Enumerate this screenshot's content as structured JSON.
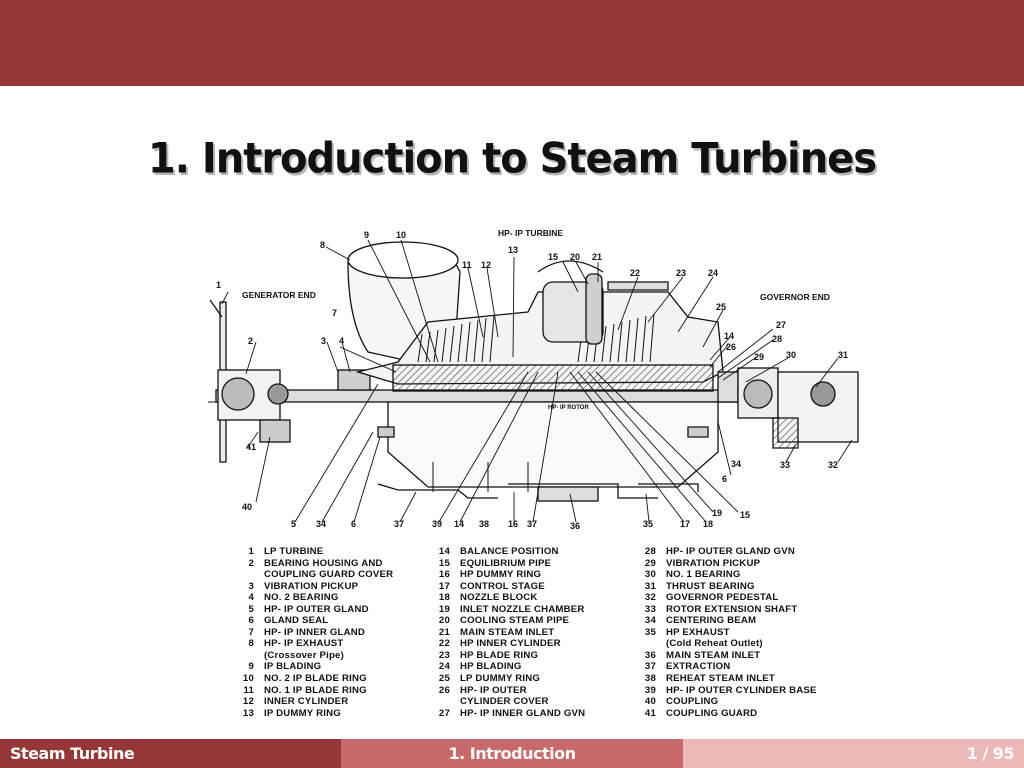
{
  "slide": {
    "title": "1. Introduction to Steam Turbines"
  },
  "diagram": {
    "labels": {
      "hp_ip_turbine": "HP- IP TURBINE",
      "generator_end": "GENERATOR END",
      "governor_end": "GOVERNOR END",
      "hp_ip_rotor": "HP- IP ROTOR"
    },
    "callouts": [
      "1",
      "2",
      "3",
      "4",
      "5",
      "6",
      "7",
      "8",
      "9",
      "10",
      "11",
      "12",
      "13",
      "14",
      "15",
      "16",
      "17",
      "18",
      "19",
      "20",
      "21",
      "22",
      "23",
      "24",
      "25",
      "26",
      "27",
      "28",
      "29",
      "30",
      "31",
      "32",
      "33",
      "34",
      "35",
      "36",
      "37",
      "38",
      "39",
      "40",
      "41"
    ]
  },
  "legend": {
    "col1": [
      {
        "num": "1",
        "text": "LP TURBINE"
      },
      {
        "num": "2",
        "text": "BEARING HOUSING AND"
      },
      {
        "num": "",
        "text": "COUPLING GUARD COVER"
      },
      {
        "num": "3",
        "text": "VIBRATION PICKUP"
      },
      {
        "num": "4",
        "text": "NO. 2 BEARING"
      },
      {
        "num": "5",
        "text": "HP- IP OUTER GLAND"
      },
      {
        "num": "6",
        "text": "GLAND SEAL"
      },
      {
        "num": "7",
        "text": "HP- IP INNER GLAND"
      },
      {
        "num": "8",
        "text": "HP- IP EXHAUST"
      },
      {
        "num": "",
        "text": "(Crossover Pipe)"
      },
      {
        "num": "9",
        "text": "IP BLADING"
      },
      {
        "num": "10",
        "text": "NO. 2 IP BLADE RING"
      },
      {
        "num": "11",
        "text": "NO. 1 IP BLADE RING"
      },
      {
        "num": "12",
        "text": "INNER CYLINDER"
      },
      {
        "num": "13",
        "text": "IP DUMMY RING"
      }
    ],
    "col2": [
      {
        "num": "14",
        "text": "BALANCE POSITION"
      },
      {
        "num": "15",
        "text": "EQUILIBRIUM PIPE"
      },
      {
        "num": "16",
        "text": "HP DUMMY RING"
      },
      {
        "num": "17",
        "text": "CONTROL STAGE"
      },
      {
        "num": "18",
        "text": "NOZZLE BLOCK"
      },
      {
        "num": "19",
        "text": "INLET NOZZLE CHAMBER"
      },
      {
        "num": "20",
        "text": "COOLING STEAM PIPE"
      },
      {
        "num": "21",
        "text": "MAIN STEAM INLET"
      },
      {
        "num": "22",
        "text": "HP INNER CYLINDER"
      },
      {
        "num": "23",
        "text": "HP BLADE RING"
      },
      {
        "num": "24",
        "text": "HP BLADING"
      },
      {
        "num": "25",
        "text": "LP DUMMY RING"
      },
      {
        "num": "26",
        "text": "HP- IP OUTER"
      },
      {
        "num": "",
        "text": "CYLINDER COVER"
      },
      {
        "num": "27",
        "text": "HP- IP INNER GLAND GVN"
      }
    ],
    "col3": [
      {
        "num": "28",
        "text": "HP- IP OUTER GLAND GVN"
      },
      {
        "num": "29",
        "text": "VIBRATION PICKUP"
      },
      {
        "num": "30",
        "text": "NO. 1 BEARING"
      },
      {
        "num": "31",
        "text": "THRUST BEARING"
      },
      {
        "num": "32",
        "text": "GOVERNOR PEDESTAL"
      },
      {
        "num": "33",
        "text": "ROTOR EXTENSION SHAFT"
      },
      {
        "num": "34",
        "text": "CENTERING BEAM"
      },
      {
        "num": "35",
        "text": "HP EXHAUST"
      },
      {
        "num": "",
        "text": "(Cold Reheat Outlet)"
      },
      {
        "num": "36",
        "text": "MAIN STEAM INLET"
      },
      {
        "num": "37",
        "text": "EXTRACTION"
      },
      {
        "num": "38",
        "text": "REHEAT STEAM INLET"
      },
      {
        "num": "39",
        "text": "HP- IP OUTER CYLINDER BASE"
      },
      {
        "num": "40",
        "text": "COUPLING"
      },
      {
        "num": "41",
        "text": "COUPLING GUARD"
      }
    ]
  },
  "footer": {
    "left": "Steam Turbine",
    "center": "1. Introduction",
    "right": "1 / 95"
  },
  "colors": {
    "primary": "#973636",
    "secondary": "#c96a6a",
    "tertiary": "#ecb8b8"
  }
}
